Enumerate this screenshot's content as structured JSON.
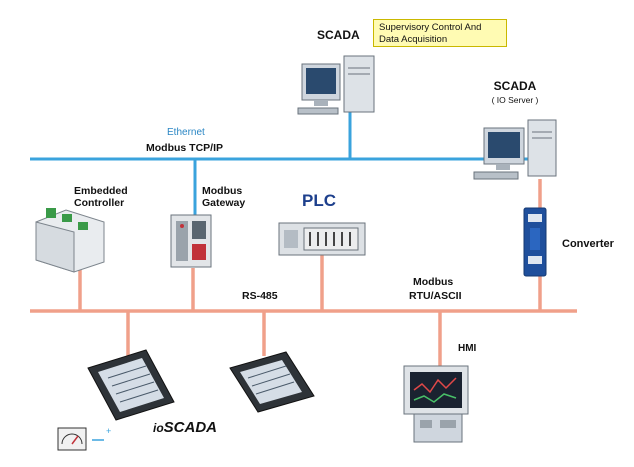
{
  "scada_top": {
    "label": "SCADA",
    "callout_line1": "Supervisory Control And",
    "callout_line2": "Data Acquisition"
  },
  "scada_io": {
    "label": "SCADA",
    "sublabel": "( IO Server )"
  },
  "ethernet": {
    "label": "Ethernet",
    "protocol": "Modbus TCP/IP"
  },
  "devices": {
    "embedded_line1": "Embedded",
    "embedded_line2": "Controller",
    "gateway_line1": "Modbus",
    "gateway_line2": "Gateway",
    "plc": "PLC",
    "converter": "Converter",
    "hmi": "HMI",
    "ioscada_prefix": "io",
    "ioscada_suffix": "SCADA"
  },
  "serial": {
    "rs485": "RS-485",
    "modbus": "Modbus",
    "rtu": "RTU/ASCII"
  },
  "colors": {
    "ethernet_line": "#3aa3dd",
    "serial_line": "#f0a08a",
    "plc_text": "#1d3f8c"
  }
}
